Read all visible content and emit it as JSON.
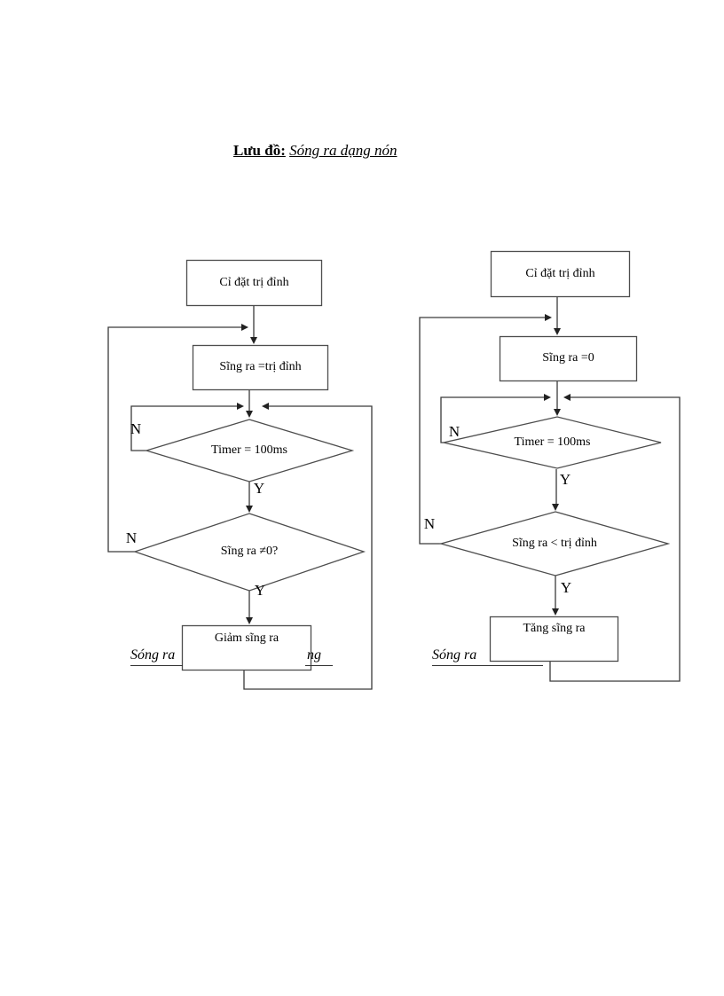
{
  "title": {
    "label": "Lưu đồ:",
    "value": "Sóng ra dạng nón"
  },
  "left_chart": {
    "box_set_peak": "Cỉ đặt trị đỉnh",
    "box_output_eq_peak": "Sĩng ra =trị đỉnh",
    "decision_timer": "Timer = 100ms",
    "decision_output_nonzero": "Sĩng ra ≠0?",
    "box_decrease_output": "Giảm sĩng ra",
    "timer_no": "N",
    "timer_yes": "Y",
    "nonzero_no": "N",
    "nonzero_yes": "Y",
    "caption_fragment_start": "Sóng ra",
    "caption_fragment_end": "ng"
  },
  "right_chart": {
    "box_set_peak": "Cỉ đặt trị đỉnh",
    "box_output_zero": "Sĩng ra =0",
    "decision_timer": "Timer = 100ms",
    "decision_below_peak": "Sĩng ra < trị đỉnh",
    "box_increase_output": "Tăng sĩng ra",
    "timer_no": "N",
    "timer_yes": "Y",
    "below_no": "N",
    "below_yes": "Y",
    "caption": "Sóng ra"
  },
  "colors": {
    "line": "#333333",
    "shape_border": "#4d4d4d",
    "text": "#000000",
    "page_background": "#ffffff"
  }
}
